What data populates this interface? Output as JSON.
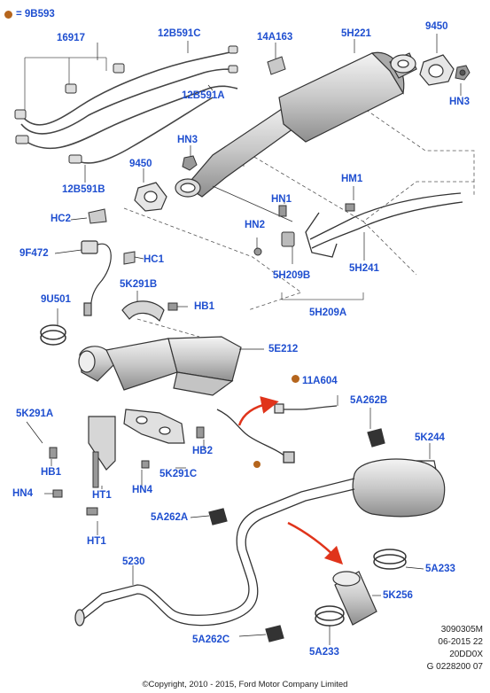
{
  "legend": {
    "symbol": "orange-dot",
    "text": "= 9B593",
    "color": "#b5651d"
  },
  "label_color": "#1f4fd0",
  "labels": {
    "p16917": "16917",
    "p12B591C": "12B591C",
    "p14A163": "14A163",
    "p5H221": "5H221",
    "p9450a": "9450",
    "p12B591A": "12B591A",
    "pHN3a": "HN3",
    "pHN3b": "HN3",
    "p9450b": "9450",
    "p12B591B": "12B591B",
    "pHM1": "HM1",
    "pHN1": "HN1",
    "pHC2": "HC2",
    "pHN2": "HN2",
    "p9F472": "9F472",
    "pHC1": "HC1",
    "p5H241": "5H241",
    "p5H209B": "5H209B",
    "p5K291B": "5K291B",
    "p9U501": "9U501",
    "pHB1a": "HB1",
    "p5H209A": "5H209A",
    "p5E212": "5E212",
    "p11A604": "11A604",
    "p5A262B": "5A262B",
    "p5K291A": "5K291A",
    "p5K244": "5K244",
    "pHB2": "HB2",
    "pHB1b": "HB1",
    "p5K291C": "5K291C",
    "pHN4a": "HN4",
    "pHT1a": "HT1",
    "pHN4b": "HN4",
    "p5A262A": "5A262A",
    "pHT1b": "HT1",
    "p5230": "5230",
    "p5A233a": "5A233",
    "p5K256": "5K256",
    "p5A262C": "5A262C",
    "p5A233b": "5A233"
  },
  "meta": {
    "line1": "3090305M",
    "line2": "06-2015 22",
    "line3": "20DD0X",
    "line4": "G 0228200 07"
  },
  "copyright": "©Copyright, 2010 - 2015, Ford Motor Company Limited"
}
